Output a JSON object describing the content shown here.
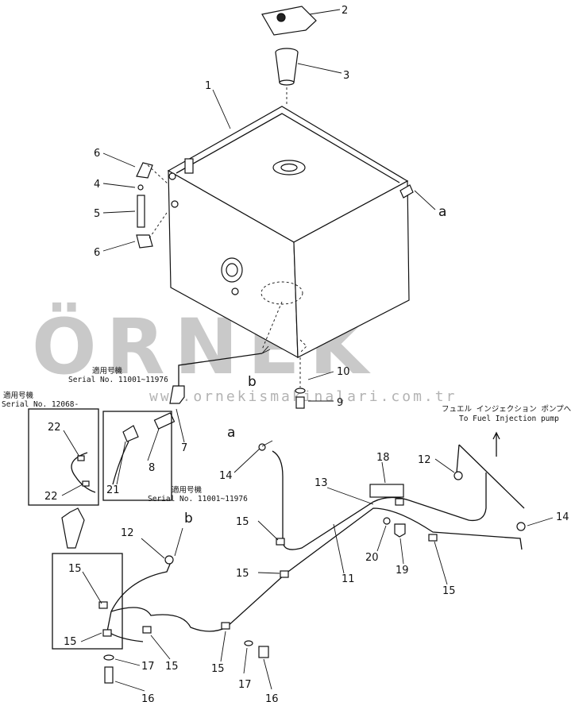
{
  "watermark": {
    "brand": "ÖRNEK",
    "url": "www.ornekismakinalari.com.tr"
  },
  "callouts": {
    "c1": "1",
    "c2": "2",
    "c3": "3",
    "c4": "4",
    "c5": "5",
    "c6a": "6",
    "c6b": "6",
    "c7": "7",
    "c8": "8",
    "c9": "9",
    "c10": "10",
    "c11": "11",
    "c12a": "12",
    "c12b": "12",
    "c13": "13",
    "c14a": "14",
    "c14b": "14",
    "c15a": "15",
    "c15b": "15",
    "c15c": "15",
    "c15d": "15",
    "c15e": "15",
    "c15f": "15",
    "c15g": "15",
    "c16a": "16",
    "c16b": "16",
    "c17a": "17",
    "c17b": "17",
    "c18": "18",
    "c19": "19",
    "c20": "20",
    "c21": "21",
    "c22a": "22",
    "c22b": "22"
  },
  "refs": {
    "a_tank": "a",
    "a_pipe": "a",
    "b_tank": "b",
    "b_pipe": "b"
  },
  "notes": {
    "serial_top_jp": "適用号機",
    "serial_top": "Serial No. 11001~11976",
    "serial_left_jp": "適用号機",
    "serial_left": "Serial No. 12068-",
    "serial_mid_jp": "適用号機",
    "serial_mid": "Serial No. 11001~11976",
    "pump_jp": "フュエル インジェクション ポンプへ",
    "pump": "To Fuel Injection pump"
  }
}
